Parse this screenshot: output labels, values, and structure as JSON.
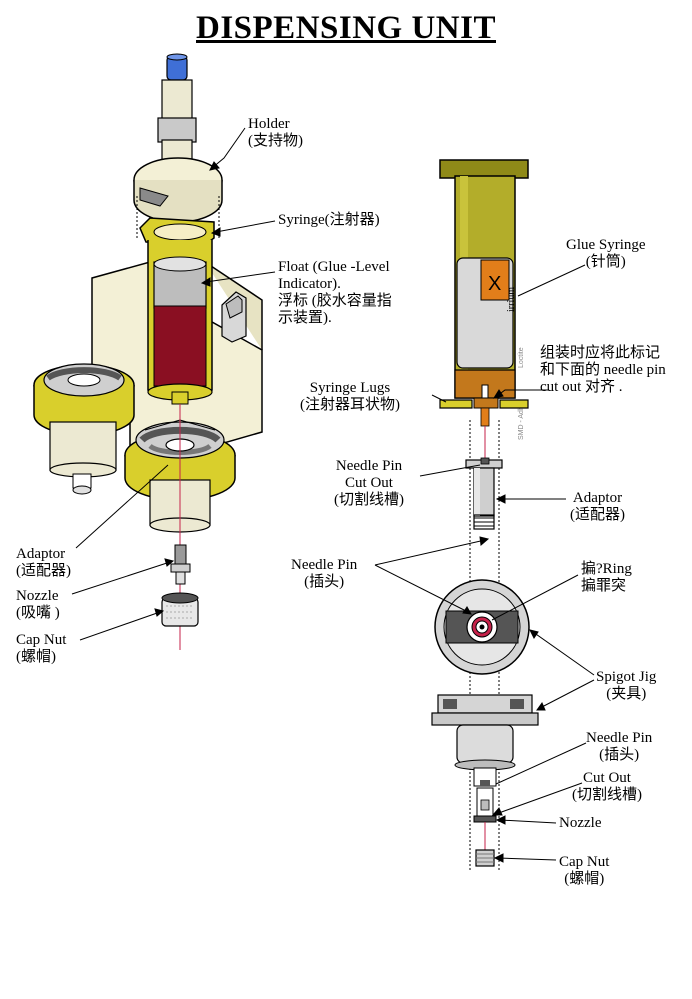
{
  "title": "DISPENSING UNIT",
  "colors": {
    "olive": "#8f8a18",
    "olive_light": "#b3ad2a",
    "yellow_ring": "#d9cf2c",
    "yellow_ring_dark": "#a79f1a",
    "glue_red": "#8a0f22",
    "cream": "#f3f0d6",
    "metal": "#cfcfcf",
    "metal_dark": "#8a8a8a",
    "blue_tip": "#3f6fd6",
    "orange": "#e27e1a",
    "label_gray": "#d9d9d9"
  },
  "labels": {
    "holder": [
      "Holder",
      "(支持物)"
    ],
    "syringe": [
      "Syringe(注射器)"
    ],
    "float": [
      "Float (Glue -Level",
      "Indicator).",
      "浮标 (胶水容量指",
      "示装置)."
    ],
    "adaptor_left": [
      "Adaptor",
      "(适配器)"
    ],
    "nozzle_left": [
      "Nozzle",
      "(吸嘴 )"
    ],
    "cap_nut_left": [
      "Cap Nut",
      "(螺帽)"
    ],
    "glue_syringe": [
      "Glue Syringe",
      "(针筒)"
    ],
    "align_note": [
      "组装时应将此标记",
      "和下面的 needle pin",
      "cut out 对齐 ."
    ],
    "syringe_lugs": [
      "Syringe  Lugs",
      "(注射器耳状物)"
    ],
    "needle_pin_cutout": [
      "Needle Pin",
      "Cut Out",
      "(切割线槽)"
    ],
    "adaptor_right": [
      "Adaptor",
      "(适配器)"
    ],
    "needle_pin_mid": [
      "Needle Pin",
      "(插头)"
    ],
    "ring": [
      "揙?Ring",
      "揙罪突"
    ],
    "spigot_jig": [
      "Spigot Jig",
      "(夹具)"
    ],
    "needle_pin_bottom": [
      "Needle Pin",
      "(插头)"
    ],
    "cut_out_bottom": [
      "Cut Out",
      "(切割线槽)"
    ],
    "nozzle_right": [
      "Nozzle"
    ],
    "cap_nut_right": [
      "Cap Nut",
      "(螺帽)"
    ]
  },
  "syringe_label": {
    "mark": "X",
    "brand": "irrium",
    "side_text_1": "Loctite",
    "side_text_2": "SMD - Adh"
  }
}
